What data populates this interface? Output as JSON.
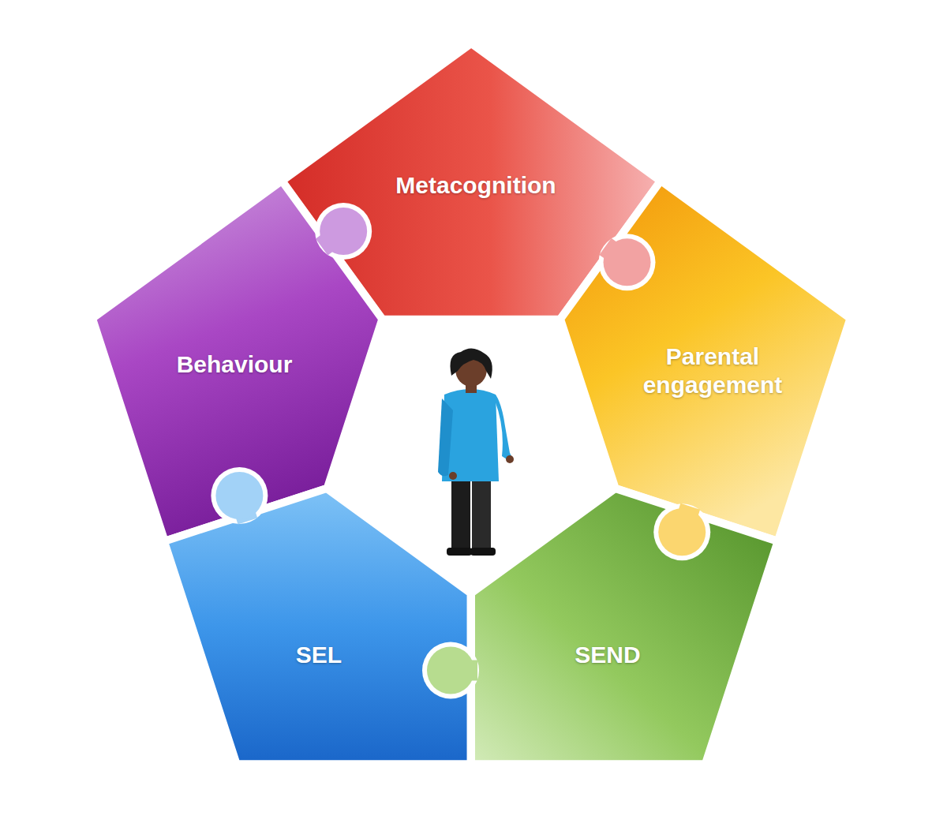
{
  "diagram": {
    "nodes": [
      {
        "text": [
          "Metacognition"
        ]
      },
      {
        "text": [
          "Behaviour"
        ]
      },
      {
        "text": [
          "Parental engagement"
        ]
      },
      {
        "text": [
          "SEL"
        ]
      },
      {
        "text": [
          "SEND"
        ]
      }
    ]
  }
}
